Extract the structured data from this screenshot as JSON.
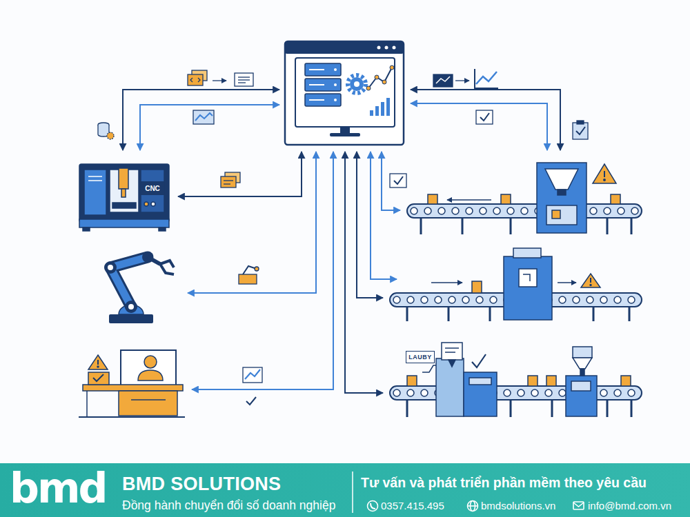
{
  "diagram": {
    "nodes": [
      {
        "text": [
          "CNC"
        ]
      },
      {
        "text": [
          "LAUBY"
        ]
      },
      {
        "text": [
          "bmd",
          "BMD SOLUTIONS",
          "Đồng hành chuyển đổi số doanh nghiệp",
          "Tư vấn và phát triển phần mềm theo yêu cầu",
          "0357.415.495",
          "bmdsolutions.vn",
          "info@bmd.com.vn"
        ]
      }
    ]
  }
}
